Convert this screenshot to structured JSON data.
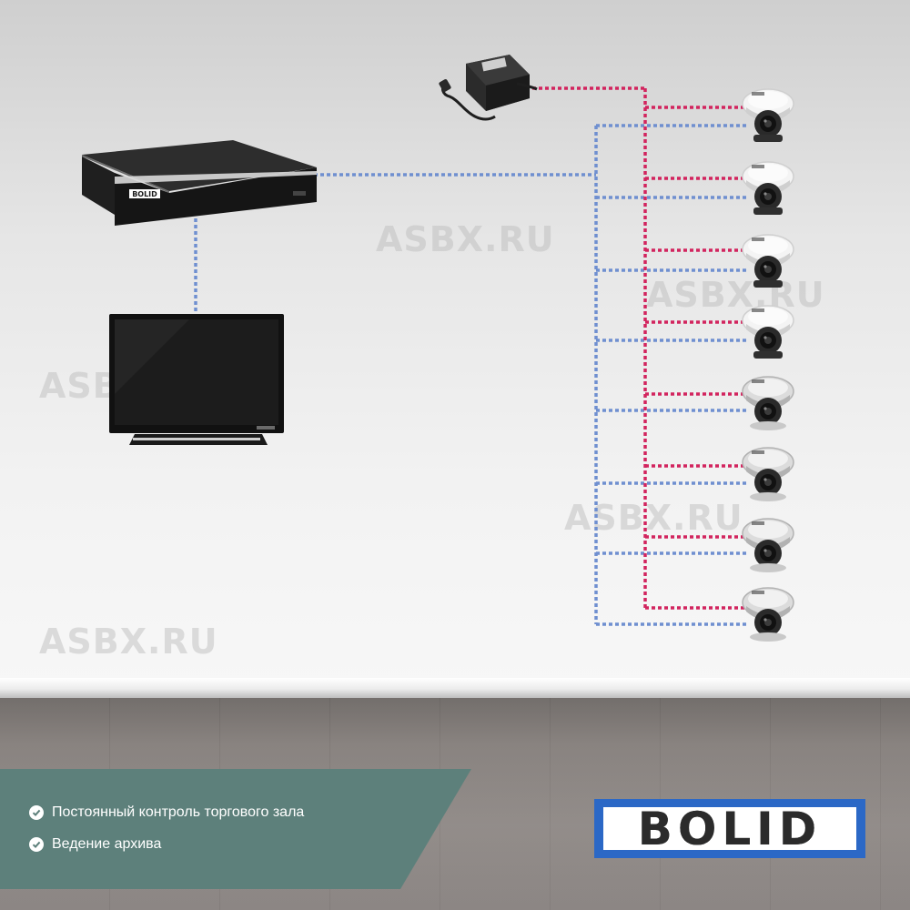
{
  "watermarks": [
    "ASBX.RU",
    "ASBX.RU",
    "ASBX.RU",
    "ASBX.RU",
    "ASBX.RU"
  ],
  "features": [
    "Постоянный контроль торгового зала",
    "Ведение архива"
  ],
  "logo": {
    "text": "BOLID"
  },
  "recorder": {
    "brand_label": "BOLID"
  },
  "colors": {
    "power_line": "#d2245e",
    "data_line": "#6f8fd0",
    "banner": "#5d807b",
    "logo_blue": "#2b68c6"
  },
  "cameras": [
    {
      "type": "white-dome"
    },
    {
      "type": "white-dome"
    },
    {
      "type": "white-dome"
    },
    {
      "type": "white-dome"
    },
    {
      "type": "silver-dome"
    },
    {
      "type": "silver-dome"
    },
    {
      "type": "silver-dome"
    },
    {
      "type": "silver-dome"
    }
  ]
}
